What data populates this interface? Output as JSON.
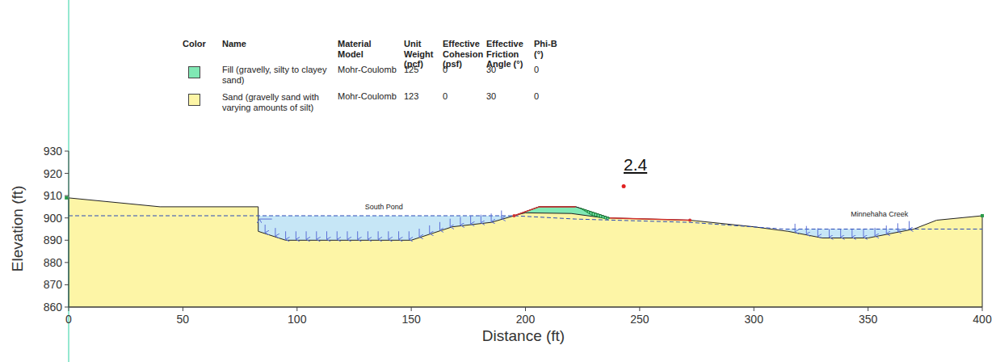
{
  "diagram": {
    "labels": [
      "Color",
      "Name",
      "Material Model",
      "Unit Weight (pcf)",
      "Effective Cohesion (psf)",
      "Effective Friction Angle (°)",
      "Phi-B (°)",
      "Mohr-Coulomb",
      "125",
      "0",
      "30",
      "0",
      "Mohr-Coulomb",
      "123",
      "0",
      "30",
      "0",
      "930",
      "920",
      "910",
      "900",
      "890",
      "880",
      "870",
      "860",
      "0",
      "50",
      "100",
      "150",
      "200",
      "250",
      "300",
      "350",
      "400",
      "Elevation (ft)",
      "Distance (ft)",
      "2.4",
      "South Pond",
      "Minnehaha Creek"
    ],
    "legend": [
      {
        "text": "Fill (gravelly, silty to clayey sand)",
        "color": "#80e8b4"
      },
      {
        "text": "Sand (gravelly sand with varying amounts of silt)",
        "color": "#fdf5a6"
      }
    ]
  }
}
